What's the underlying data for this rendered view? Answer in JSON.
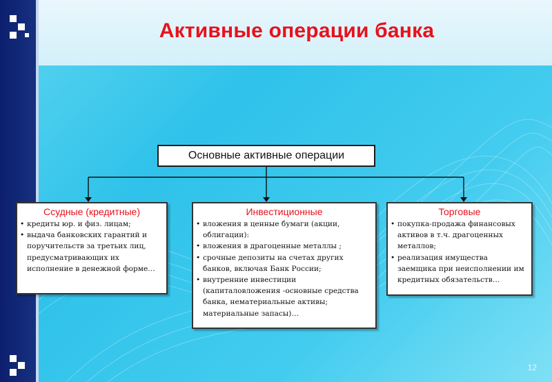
{
  "title": "Активные операции банка",
  "root": {
    "label": "Основные активные операции"
  },
  "branches": [
    {
      "heading": "Ссудные (кредитные)",
      "items": [
        "кредиты юр. и физ. лицам;",
        "выдача банковских гарантий и поручительств за третьих лиц, предусматривающих их исполнение в денежной форме…"
      ]
    },
    {
      "heading": "Инвестиционные",
      "items": [
        "вложения в ценные бумаги (акции, облигации):",
        "вложения в драгоценные металлы ;",
        "срочные депозиты на счетах других банков, включая Банк России;",
        "внутренние инвестиции (капиталовложения -основные средства банка, нематериальные активы; материальные запасы)…"
      ]
    },
    {
      "heading": "Торговые",
      "items": [
        "покупка-продажа финансовых активов в т.ч. драгоценных металлов;",
        "реализация имущества заемщика при неисполнении им кредитных обязательств…"
      ]
    }
  ],
  "page_number": "12",
  "colors": {
    "title": "#e8111c",
    "heading": "#e8111c",
    "background": "#2fc2ea",
    "sidebar": "#0c1f6e"
  }
}
